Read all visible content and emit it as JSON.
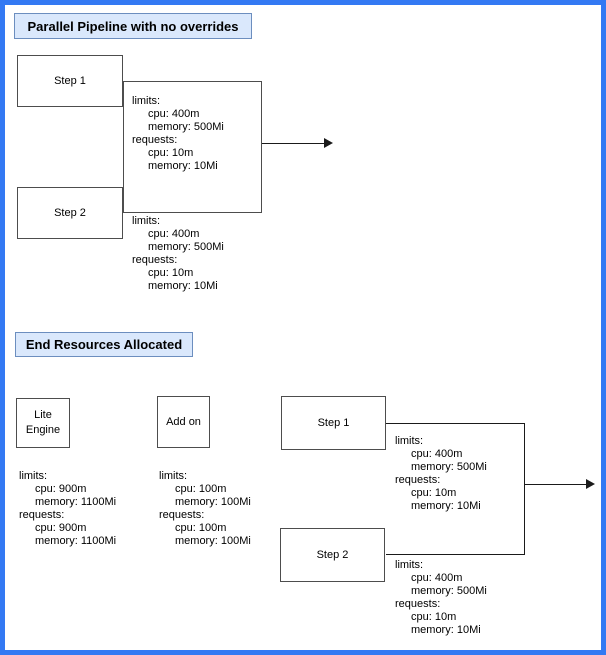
{
  "colors": {
    "frame_color": "#3379f3",
    "title_fill": "#dae8fc",
    "title_stroke": "#6c8ebf",
    "shape_stroke": "#4d4d4d",
    "line_color": "#1a1a1a"
  },
  "pipeline_section": {
    "title": "Parallel Pipeline with no overrides",
    "step1": {
      "label": "Step 1",
      "resources": [
        "limits:",
        "cpu: 400m",
        "memory: 500Mi",
        "requests:",
        "cpu: 10m",
        "memory: 10Mi"
      ]
    },
    "step2": {
      "label": "Step 2",
      "resources": [
        "limits:",
        "cpu: 400m",
        "memory: 500Mi",
        "requests:",
        "cpu: 10m",
        "memory: 10Mi"
      ]
    }
  },
  "allocated_section": {
    "title": "End Resources Allocated",
    "lite_engine": {
      "label": "Lite Engine",
      "resources": [
        "limits:",
        "cpu: 900m",
        "memory: 1100Mi",
        "requests:",
        "cpu: 900m",
        "memory: 1100Mi"
      ]
    },
    "add_on": {
      "label": "Add on",
      "resources": [
        "limits:",
        "cpu: 100m",
        "memory: 100Mi",
        "requests:",
        "cpu: 100m",
        "memory: 100Mi"
      ]
    },
    "step1": {
      "label": "Step 1",
      "resources": [
        "limits:",
        "cpu: 400m",
        "memory: 500Mi",
        "requests:",
        "cpu: 10m",
        "memory: 10Mi"
      ]
    },
    "step2": {
      "label": "Step 2",
      "resources": [
        "limits:",
        "cpu: 400m",
        "memory: 500Mi",
        "requests:",
        "cpu: 10m",
        "memory: 10Mi"
      ]
    }
  }
}
